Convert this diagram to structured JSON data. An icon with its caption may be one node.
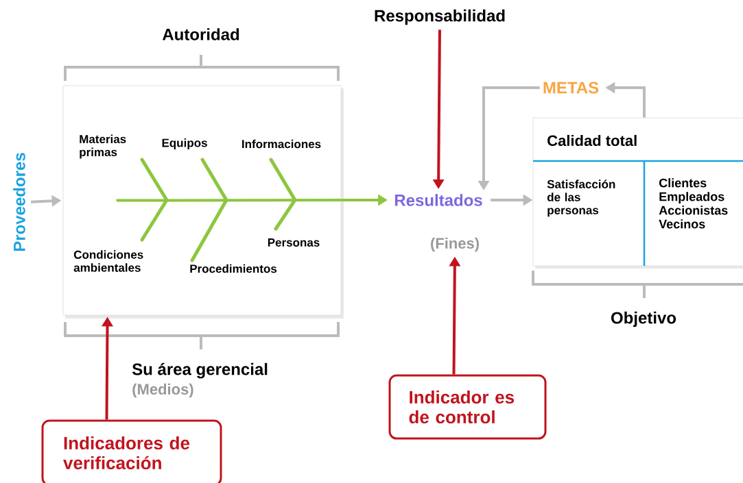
{
  "diagram": {
    "nodes": [
      {
        "text": [],
        "shape": "box"
      },
      {
        "text": [
          "Proveedores"
        ]
      },
      {
        "text": [
          "Responsabilidad"
        ]
      },
      {
        "text": [
          "Resultados"
        ]
      },
      {
        "text": [
          "(Fines)"
        ]
      },
      {
        "text": [
          "METAS"
        ]
      },
      {
        "text": [
          "Calidad total",
          "Satisfacción de las personas",
          "Clientes Empleados Accionistas Vecinos"
        ]
      },
      {
        "text": [
          "Indicadores de verificación"
        ]
      },
      {
        "text": [
          "Indicador es de control"
        ]
      }
    ],
    "edges": [
      {
        "from": 1,
        "to": 0,
        "arrow": "to"
      },
      {
        "from": 0,
        "to": 3,
        "arrow": "to",
        "color": "#8dc63f"
      },
      {
        "from": 2,
        "to": 3,
        "arrow": "to",
        "color": "#c0141e"
      },
      {
        "from": 5,
        "to": 3,
        "arrow": "to"
      },
      {
        "from": 6,
        "to": 5,
        "arrow": "to"
      },
      {
        "from": 3,
        "to": 6,
        "arrow": "to"
      },
      {
        "from": 7,
        "to": 0,
        "arrow": "to",
        "color": "#c0141e"
      },
      {
        "from": 8,
        "to": 4,
        "arrow": "to",
        "color": "#c0141e"
      }
    ],
    "labels": [
      "Autoridad",
      "Materias primas",
      "Equipos",
      "Informaciones",
      "Personas",
      "Condiciones ambientales",
      "Procedimientos",
      "Objetivo",
      "Su área gerencial",
      "(Medios)"
    ]
  }
}
